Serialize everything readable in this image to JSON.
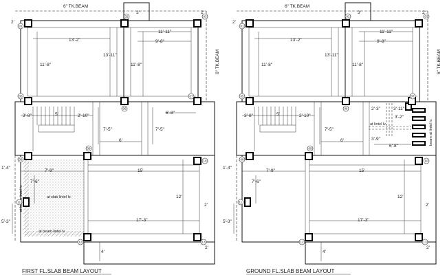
{
  "plans": [
    {
      "caption": "FIRST FL.SLAB BEAM LAYOUT",
      "dims": {
        "top_beam": "6\" TK.BEAM",
        "top_2a": "2'",
        "top_3": "3'",
        "top_2b": "2'",
        "w_1311": "11'-11\"",
        "w_132": "13'-2\"",
        "w_98": "9'-8\"",
        "h_1311": "13'-11\"",
        "h_118a": "11'-8\"",
        "h_118b": "11'-8\"",
        "side_beam": "6\" TK.BEAM",
        "s_38": "3'-8\"",
        "s_5": "5'",
        "s_210": "2'-10\"",
        "s_68": "6'-8\"",
        "s_75a": "7'-5\"",
        "s_75b": "7'-5\"",
        "s_6": "6'",
        "l_14": "1'-4\"",
        "l_79": "7'-9\"",
        "l_15": "15'",
        "l_76": "7'-6\"",
        "l_12": "12'",
        "l_2": "2'",
        "l_53": "5'-3\"",
        "l_173": "17'-3\"",
        "l_4": "4'",
        "l_2b": "2'"
      },
      "labels": {
        "slab_lvl": "at slab lintel lv.",
        "beam_lvl_a": "at beam lintel lv.",
        "beam_lvl_b": "at beam lintel lv."
      },
      "columns": [
        "01",
        "02",
        "03",
        "04",
        "05",
        "06",
        "07",
        "08",
        "09",
        "10",
        "11",
        "12",
        "13"
      ]
    },
    {
      "caption": "GROUND FL.SLAB BEAM LAYOUT",
      "dims": {
        "top_beam": "6\" TK.BEAM",
        "top_2a": "2'",
        "top_3": "3'",
        "top_2b": "2'",
        "w_1311": "11'-11\"",
        "w_132": "13'-2\"",
        "w_98": "9'-8\"",
        "h_1311": "13'-11\"",
        "h_118a": "11'-8\"",
        "h_118b": "11'-8\"",
        "side_beam": "6\" TK.BEAM",
        "s_38": "3'-8\"",
        "s_5": "5'",
        "s_210": "2'-10\"",
        "g_23": "2'-3\"",
        "g_311": "3'-11\"",
        "g_32": "3'-2\"",
        "s_75": "7'-5\"",
        "s_6": "6'",
        "g_39": "3'-9\"",
        "g_68": "6'-8\"",
        "l_14": "1'-4\"",
        "l_79": "7'-9\"",
        "l_15": "15'",
        "l_76": "7'-6\"",
        "l_12": "12'",
        "l_2": "2'",
        "l_53": "5'-3\"",
        "l_173": "17'-3\"",
        "l_4": "4'",
        "l_2b": "2'"
      },
      "labels": {
        "lintel_a": "at lintel lv.",
        "lintel_b": "beam at lintel lv."
      },
      "columns": [
        "01",
        "02",
        "03",
        "04",
        "05",
        "06",
        "07",
        "08",
        "09",
        "10",
        "11",
        "12",
        "13"
      ]
    }
  ]
}
